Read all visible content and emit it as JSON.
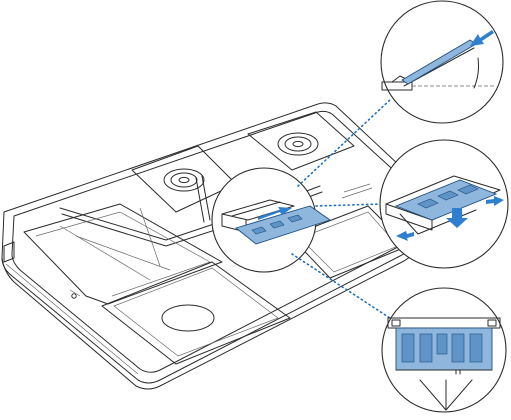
{
  "diagram": {
    "subject": "laptop-bottom-memory-installation",
    "accent_color": "#2e7fd0",
    "ram_color": "#8fb6dd",
    "line_color": "#2b2b2b",
    "callouts": [
      {
        "id": "insert-angle",
        "icon": "insert-arrow-icon"
      },
      {
        "id": "press-down-release",
        "icon": "press-down-arrow-icon"
      },
      {
        "id": "notch-alignment",
        "icon": "notch-pointer-icon"
      }
    ]
  }
}
